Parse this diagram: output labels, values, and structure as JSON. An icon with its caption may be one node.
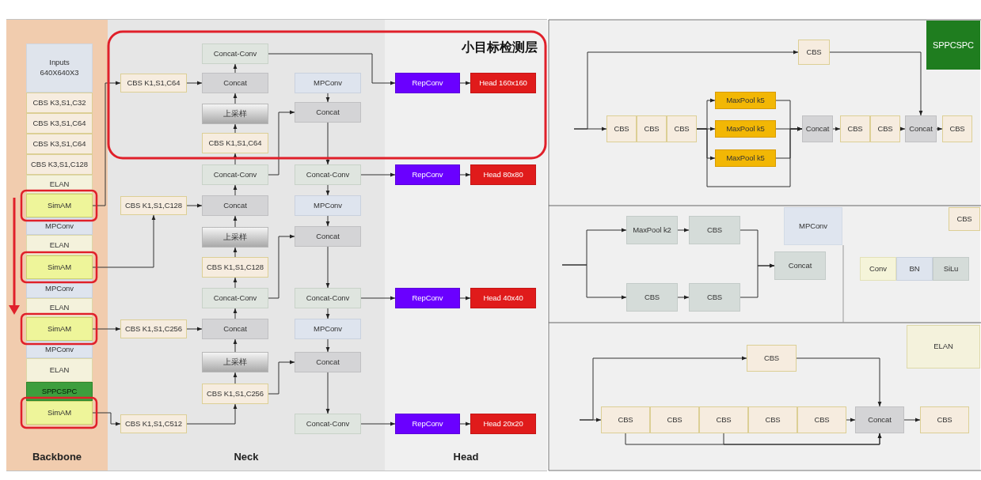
{
  "diagram": {
    "nodes": [
      {
        "text": [
          "Backbone"
        ]
      },
      {
        "text": [
          "Neck"
        ]
      },
      {
        "text": [
          "Head"
        ]
      },
      {
        "text": [
          "Inputs 640X640X3"
        ],
        "in": 0
      },
      {
        "text": [
          "CBS K3,S1,C32"
        ],
        "in": 0
      },
      {
        "text": [
          "CBS K3,S1,C64"
        ],
        "in": 0
      },
      {
        "text": [
          "CBS K3,S1,C64"
        ],
        "in": 0
      },
      {
        "text": [
          "CBS K3,S1,C128"
        ],
        "in": 0
      },
      {
        "text": [
          "ELAN"
        ],
        "in": 0
      },
      {
        "text": [
          "SimAM"
        ],
        "in": 0
      },
      {
        "text": [
          "MPConv"
        ],
        "in": 0
      },
      {
        "text": [
          "ELAN"
        ],
        "in": 0
      },
      {
        "text": [
          "SimAM"
        ],
        "in": 0
      },
      {
        "text": [
          "MPConv"
        ],
        "in": 0
      },
      {
        "text": [
          "ELAN"
        ],
        "in": 0
      },
      {
        "text": [
          "SimAM"
        ],
        "in": 0
      },
      {
        "text": [
          "MPConv"
        ],
        "in": 0
      },
      {
        "text": [
          "ELAN"
        ],
        "in": 0
      },
      {
        "text": [
          "SPPCSPC"
        ],
        "in": 0
      },
      {
        "text": [
          "SimAM"
        ],
        "in": 0
      },
      {
        "text": [
          "CBS K1,S1,C64"
        ],
        "in": 1
      },
      {
        "text": [
          "CBS K1,S1,C128"
        ],
        "in": 1
      },
      {
        "text": [
          "CBS K1,S1,C256"
        ],
        "in": 1
      },
      {
        "text": [
          "CBS K1,S1,C512"
        ],
        "in": 1
      },
      {
        "text": [
          "Concat-Conv"
        ],
        "in": 1
      },
      {
        "text": [
          "Concat"
        ],
        "in": 1
      },
      {
        "text": [
          "上采样"
        ],
        "in": 1
      },
      {
        "text": [
          "CBS K1,S1,C64"
        ],
        "in": 1
      },
      {
        "text": [
          "Concat-Conv"
        ],
        "in": 1
      },
      {
        "text": [
          "Concat"
        ],
        "in": 1
      },
      {
        "text": [
          "上采样"
        ],
        "in": 1
      },
      {
        "text": [
          "CBS K1,S1,C128"
        ],
        "in": 1
      },
      {
        "text": [
          "Concat-Conv"
        ],
        "in": 1
      },
      {
        "text": [
          "Concat"
        ],
        "in": 1
      },
      {
        "text": [
          "上采样"
        ],
        "in": 1
      },
      {
        "text": [
          "CBS K1,S1,C256"
        ],
        "in": 1
      },
      {
        "text": [
          "MPConv"
        ],
        "in": 1
      },
      {
        "text": [
          "Concat"
        ],
        "in": 1
      },
      {
        "text": [
          "Concat-Conv"
        ],
        "in": 1
      },
      {
        "text": [
          "MPConv"
        ],
        "in": 1
      },
      {
        "text": [
          "Concat"
        ],
        "in": 1
      },
      {
        "text": [
          "Concat-Conv"
        ],
        "in": 1
      },
      {
        "text": [
          "MPConv"
        ],
        "in": 1
      },
      {
        "text": [
          "Concat"
        ],
        "in": 1
      },
      {
        "text": [
          "Concat-Conv"
        ],
        "in": 1
      },
      {
        "text": [
          "RepConv"
        ],
        "in": 2
      },
      {
        "text": [
          "Head 160x160"
        ],
        "in": 2
      },
      {
        "text": [
          "RepConv"
        ],
        "in": 2
      },
      {
        "text": [
          "Head 80x80"
        ],
        "in": 2
      },
      {
        "text": [
          "RepConv"
        ],
        "in": 2
      },
      {
        "text": [
          "Head 40x40"
        ],
        "in": 2
      },
      {
        "text": [
          "RepConv"
        ],
        "in": 2
      },
      {
        "text": [
          "Head 20x20"
        ],
        "in": 2
      },
      {
        "text": [
          "SPPCSPC"
        ]
      },
      {
        "text": [
          "CBS"
        ]
      },
      {
        "text": [
          "CBS"
        ]
      },
      {
        "text": [
          "CBS"
        ]
      },
      {
        "text": [
          "CBS"
        ]
      },
      {
        "text": [
          "MaxPool k5"
        ]
      },
      {
        "text": [
          "MaxPool k5"
        ]
      },
      {
        "text": [
          "MaxPool k5"
        ]
      },
      {
        "text": [
          "Concat"
        ]
      },
      {
        "text": [
          "CBS"
        ]
      },
      {
        "text": [
          "CBS"
        ]
      },
      {
        "text": [
          "Concat"
        ]
      },
      {
        "text": [
          "CBS"
        ]
      },
      {
        "text": [
          "MPConv"
        ]
      },
      {
        "text": [
          "MaxPool k2"
        ]
      },
      {
        "text": [
          "CBS"
        ]
      },
      {
        "text": [
          "CBS"
        ]
      },
      {
        "text": [
          "CBS"
        ]
      },
      {
        "text": [
          "Concat"
        ]
      },
      {
        "text": [
          "CBS"
        ]
      },
      {
        "text": [
          "Conv"
        ]
      },
      {
        "text": [
          "BN"
        ]
      },
      {
        "text": [
          "SiLu"
        ]
      },
      {
        "text": [
          "ELAN"
        ]
      },
      {
        "text": [
          "CBS"
        ]
      },
      {
        "text": [
          "CBS"
        ]
      },
      {
        "text": [
          "CBS"
        ]
      },
      {
        "text": [
          "CBS"
        ]
      },
      {
        "text": [
          "CBS"
        ]
      },
      {
        "text": [
          "CBS"
        ]
      },
      {
        "text": [
          "Concat"
        ]
      },
      {
        "text": [
          "CBS"
        ]
      }
    ],
    "edges": [
      {
        "from": 9,
        "to": 20,
        "arrow": "to"
      },
      {
        "from": 12,
        "to": 21,
        "arrow": "to"
      },
      {
        "from": 15,
        "to": 22,
        "arrow": "to"
      },
      {
        "from": 19,
        "to": 23,
        "arrow": "to"
      },
      {
        "from": 20,
        "to": 25,
        "arrow": "to"
      },
      {
        "from": 21,
        "to": 29,
        "arrow": "to"
      },
      {
        "from": 22,
        "to": 33,
        "arrow": "to"
      },
      {
        "from": 23,
        "to": 35,
        "arrow": "to"
      },
      {
        "from": 35,
        "to": 34,
        "arrow": "to"
      },
      {
        "from": 34,
        "to": 33,
        "arrow": "to"
      },
      {
        "from": 33,
        "to": 32,
        "arrow": "to"
      },
      {
        "from": 32,
        "to": 31,
        "arrow": "to"
      },
      {
        "from": 31,
        "to": 30,
        "arrow": "to"
      },
      {
        "from": 30,
        "to": 29,
        "arrow": "to"
      },
      {
        "from": 29,
        "to": 28,
        "arrow": "to"
      },
      {
        "from": 28,
        "to": 27,
        "arrow": "to"
      },
      {
        "from": 27,
        "to": 26,
        "arrow": "to"
      },
      {
        "from": 26,
        "to": 25,
        "arrow": "to"
      },
      {
        "from": 25,
        "to": 24,
        "arrow": "to"
      },
      {
        "from": 24,
        "to": 45,
        "arrow": "to"
      },
      {
        "from": 28,
        "to": 37,
        "arrow": "to"
      },
      {
        "from": 32,
        "to": 40,
        "arrow": "to"
      },
      {
        "from": 35,
        "to": 43,
        "arrow": "to"
      },
      {
        "from": 36,
        "to": 37,
        "arrow": "to"
      },
      {
        "from": 37,
        "to": 38,
        "arrow": "to"
      },
      {
        "from": 38,
        "to": 39,
        "arrow": "to"
      },
      {
        "from": 39,
        "to": 40,
        "arrow": "to"
      },
      {
        "from": 40,
        "to": 41,
        "arrow": "to"
      },
      {
        "from": 41,
        "to": 42,
        "arrow": "to"
      },
      {
        "from": 42,
        "to": 43,
        "arrow": "to"
      },
      {
        "from": 43,
        "to": 44,
        "arrow": "to"
      },
      {
        "from": 38,
        "to": 47,
        "arrow": "to"
      },
      {
        "from": 41,
        "to": 49,
        "arrow": "to"
      },
      {
        "from": 44,
        "to": 51,
        "arrow": "to"
      },
      {
        "from": 45,
        "to": 46,
        "arrow": "to"
      },
      {
        "from": 47,
        "to": 48,
        "arrow": "to"
      },
      {
        "from": 49,
        "to": 50,
        "arrow": "to"
      },
      {
        "from": 51,
        "to": 52,
        "arrow": "to"
      },
      {
        "from": null,
        "to": 55,
        "arrow": "to"
      },
      {
        "from": null,
        "to": 54,
        "arrow": "to"
      },
      {
        "from": 57,
        "to": 58,
        "arrow": "to"
      },
      {
        "from": 57,
        "to": 59,
        "arrow": "to"
      },
      {
        "from": 57,
        "to": 60,
        "arrow": "to"
      },
      {
        "from": 57,
        "to": 61,
        "arrow": "to"
      },
      {
        "from": 58,
        "to": 61,
        "arrow": "to"
      },
      {
        "from": 59,
        "to": 61,
        "arrow": "to"
      },
      {
        "from": 60,
        "to": 61,
        "arrow": "to"
      },
      {
        "from": 61,
        "to": 62,
        "arrow": "to"
      },
      {
        "from": 63,
        "to": 64,
        "arrow": "to"
      },
      {
        "from": 54,
        "to": 64,
        "arrow": "to"
      },
      {
        "from": 64,
        "to": 65,
        "arrow": "to"
      },
      {
        "from": null,
        "to": 67,
        "arrow": "to"
      },
      {
        "from": null,
        "to": 69,
        "arrow": "to"
      },
      {
        "from": 67,
        "to": 68,
        "arrow": "to"
      },
      {
        "from": 69,
        "to": 70,
        "arrow": "to"
      },
      {
        "from": 68,
        "to": 71,
        "arrow": "to"
      },
      {
        "from": 70,
        "to": 71,
        "arrow": "to"
      },
      {
        "from": null,
        "to": 78,
        "arrow": "to"
      },
      {
        "from": null,
        "to": 77,
        "arrow": "to"
      },
      {
        "from": 77,
        "to": 83,
        "arrow": "to"
      },
      {
        "from": 82,
        "to": 83,
        "arrow": "to"
      },
      {
        "from": 83,
        "to": 84,
        "arrow": "to"
      },
      {
        "from": 78,
        "to": 83,
        "arrow": "to"
      },
      {
        "from": 80,
        "to": 83,
        "arrow": "to"
      }
    ],
    "labels": [
      "小目标检测层"
    ]
  }
}
